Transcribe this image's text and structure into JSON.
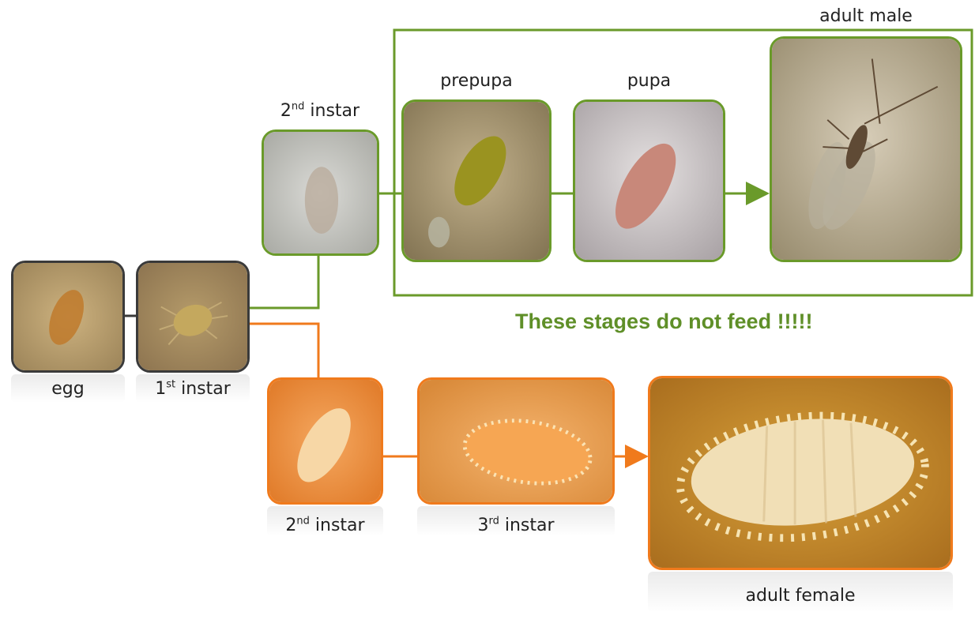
{
  "colors": {
    "line_gray": "#3a3a3a",
    "line_green": "#6a9a2a",
    "line_orange": "#f07a1c",
    "note_text": "#5f8f28"
  },
  "stages": {
    "egg": {
      "label": "egg"
    },
    "first_instar": {
      "num": "1",
      "suffix": "st",
      "word": " instar"
    },
    "male_second_instar": {
      "num": "2",
      "suffix": "nd",
      "word": " instar"
    },
    "prepupa": {
      "label": "prepupa"
    },
    "pupa": {
      "label": "pupa"
    },
    "adult_male": {
      "label": "adult male"
    },
    "female_second_instar": {
      "num": "2",
      "suffix": "nd",
      "word": " instar"
    },
    "third_instar": {
      "num": "3",
      "suffix": "rd",
      "word": " instar"
    },
    "adult_female": {
      "label": "adult female"
    }
  },
  "note": {
    "text": "These stages do not feed !!!!!"
  }
}
